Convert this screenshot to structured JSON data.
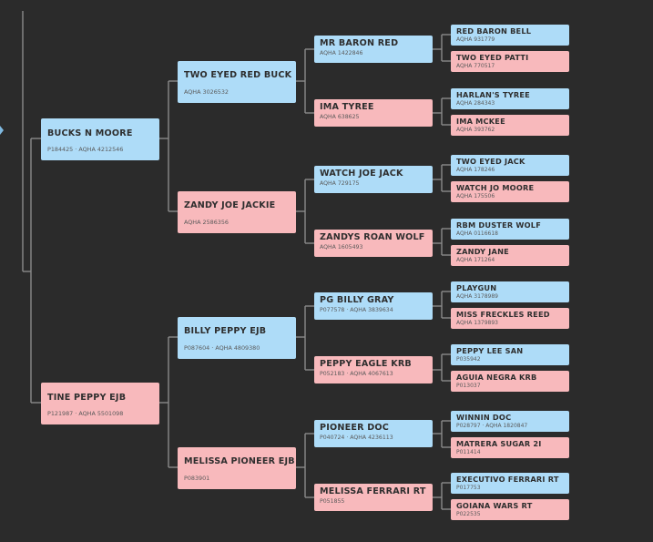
{
  "pedigree": {
    "sire": {
      "name": "BUCKS N MOORE",
      "reg": "P184425 · AQHA 4212546",
      "sex": "male",
      "sire": {
        "name": "TWO EYED RED BUCK",
        "reg": "AQHA 3026532",
        "sex": "male",
        "sire": {
          "name": "MR BARON RED",
          "reg": "AQHA 1422846",
          "sex": "male",
          "sire": {
            "name": "RED BARON BELL",
            "reg": "AQHA 931779",
            "sex": "male"
          },
          "dam": {
            "name": "TWO EYED PATTI",
            "reg": "AQHA 770517",
            "sex": "female"
          }
        },
        "dam": {
          "name": "IMA TYREE",
          "reg": "AQHA 638625",
          "sex": "female",
          "sire": {
            "name": "HARLAN'S TYREE",
            "reg": "AQHA 284343",
            "sex": "male"
          },
          "dam": {
            "name": "IMA MCKEE",
            "reg": "AQHA 393762",
            "sex": "female"
          }
        }
      },
      "dam": {
        "name": "ZANDY JOE JACKIE",
        "reg": "AQHA 2586356",
        "sex": "female",
        "sire": {
          "name": "WATCH JOE JACK",
          "reg": "AQHA 729175",
          "sex": "male",
          "sire": {
            "name": "TWO EYED JACK",
            "reg": "AQHA 178246",
            "sex": "male"
          },
          "dam": {
            "name": "WATCH JO MOORE",
            "reg": "AQHA 175506",
            "sex": "female"
          }
        },
        "dam": {
          "name": "ZANDYS ROAN WOLF",
          "reg": "AQHA 1605493",
          "sex": "female",
          "sire": {
            "name": "RBM DUSTER WOLF",
            "reg": "AQHA 0116618",
            "sex": "male"
          },
          "dam": {
            "name": "ZANDY JANE",
            "reg": "AQHA 171264",
            "sex": "female"
          }
        }
      }
    },
    "dam": {
      "name": "TINE PEPPY EJB",
      "reg": "P121987 · AQHA 5501098",
      "sex": "female",
      "sire": {
        "name": "BILLY PEPPY EJB",
        "reg": "P087604 · AQHA 4809380",
        "sex": "male",
        "sire": {
          "name": "PG BILLY GRAY",
          "reg": "P077578 · AQHA 3839634",
          "sex": "male",
          "sire": {
            "name": "PLAYGUN",
            "reg": "AQHA 3178989",
            "sex": "male"
          },
          "dam": {
            "name": "MISS FRECKLES REED",
            "reg": "AQHA 1379893",
            "sex": "female"
          }
        },
        "dam": {
          "name": "PEPPY EAGLE KRB",
          "reg": "P052183 · AQHA 4067613",
          "sex": "female",
          "sire": {
            "name": "PEPPY LEE SAN",
            "reg": "P035942",
            "sex": "male"
          },
          "dam": {
            "name": "AGUIA NEGRA KRB",
            "reg": "P013037",
            "sex": "female"
          }
        }
      },
      "dam": {
        "name": "MELISSA PIONEER EJB",
        "reg": "P083901",
        "sex": "female",
        "sire": {
          "name": "PIONEER DOC",
          "reg": "P040724 · AQHA 4236113",
          "sex": "male",
          "sire": {
            "name": "WINNIN DOC",
            "reg": "P028797 · AQHA 1820847",
            "sex": "male"
          },
          "dam": {
            "name": "MATRERA SUGAR 2I",
            "reg": "P011414",
            "sex": "female"
          }
        },
        "dam": {
          "name": "MELISSA FERRARI RT",
          "reg": "P051855",
          "sex": "female",
          "sire": {
            "name": "EXECUTIVO FERRARI RT",
            "reg": "P017753",
            "sex": "male"
          },
          "dam": {
            "name": "GOIANA WARS RT",
            "reg": "P022535",
            "sex": "female"
          }
        }
      }
    }
  },
  "colors": {
    "male": "#aedcf8",
    "female": "#f8b9bc",
    "connector": "#8a8a8a",
    "background": "#2b2b2b"
  }
}
